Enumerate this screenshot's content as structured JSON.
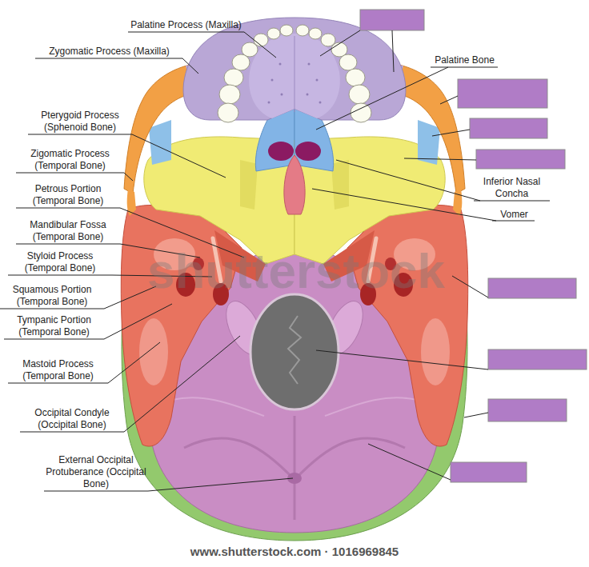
{
  "diagram": {
    "labels": [
      "Palatine Process (Maxilla)",
      "Zygomatic Process (Maxilla)",
      "Palatine Bone",
      "Pterygoid Process (Sphenoid Bone)",
      "Zigomatic Process (Temporal Bone)",
      "Petrous Portion (Temporal Bone)",
      "Mandibular Fossa (Temporal Bone)",
      "Styloid Process (Temporal Bone)",
      "Squamous Portion (Temporal Bone)",
      "Tympanic Portion (Temporal Bone)",
      "Mastoid Process (Temporal Bone)",
      "Occipital Condyle (Occipital Bone)",
      "External Occipital Protuberance (Occipital Bone)",
      "Inferior Nasal Concha",
      "Vomer",
      "shutterstock",
      "www.shutterstock.com · 1016969845"
    ]
  }
}
